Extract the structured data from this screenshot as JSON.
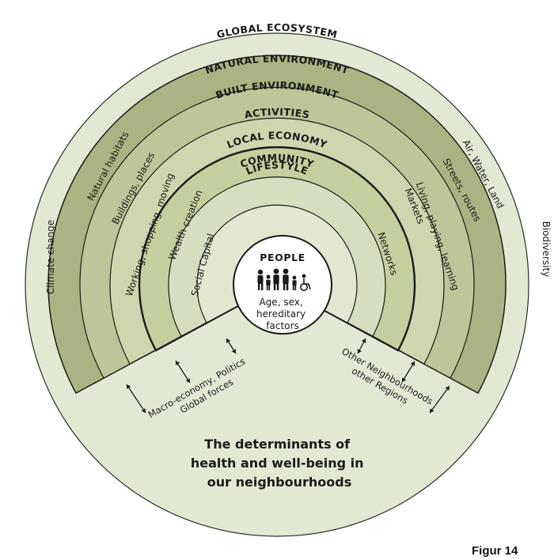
{
  "title": "The determinants of health and well-being in our neighbourhoods",
  "title_lines": [
    "The determinants of",
    "health and well-being in",
    "our neighbourhoods"
  ],
  "caption": "Figur 14",
  "rings": {
    "global": "GLOBAL ECOSYSTEM",
    "natural": "NATURAL ENVIRONMENT",
    "built": "BUILT ENVIRONMENT",
    "activities": "ACTIVITIES",
    "economy": "LOCAL ECONOMY",
    "community": "COMMUNITY",
    "lifestyle": "LIFESTYLE"
  },
  "center": {
    "title": "PEOPLE",
    "lines": [
      "Age, sex,",
      "hereditary",
      "factors"
    ]
  },
  "side_labels": {
    "left_outer": "Climate change",
    "right_outer": "Biodiversity",
    "natural_left": "Natural habitats",
    "natural_right": "Air, Water, Land",
    "built_left": "Buildings, places",
    "built_right": "Streets, routes",
    "activities_left": "Working, shopping, moving",
    "activities_right": "Living, playing, learning",
    "economy_left": "Wealth creation",
    "economy_right": "Markets",
    "community_left": "Social Capital",
    "community_right": "Networks"
  },
  "bottom_labels": {
    "left": [
      "Macro-economy, Politics",
      "Global forces"
    ],
    "right": [
      "Other Neighbourhoods",
      "other Regions"
    ]
  },
  "colors": {
    "global_fill": "#e2e9d2",
    "natural_fill": "#a9b482",
    "built_fill": "#bcc699",
    "activities_fill": "#cdd6ae",
    "economy_fill": "#c4cf9e",
    "community_fill": "#d6dec0",
    "lifestyle_fill": "#e2e8cf",
    "center_fill": "#ffffff",
    "stroke": "#1a1a1a",
    "text": "#1a1a1a"
  },
  "icons": [
    "family-icon",
    "wheelchair-icon",
    "double-arrow-icon"
  ]
}
